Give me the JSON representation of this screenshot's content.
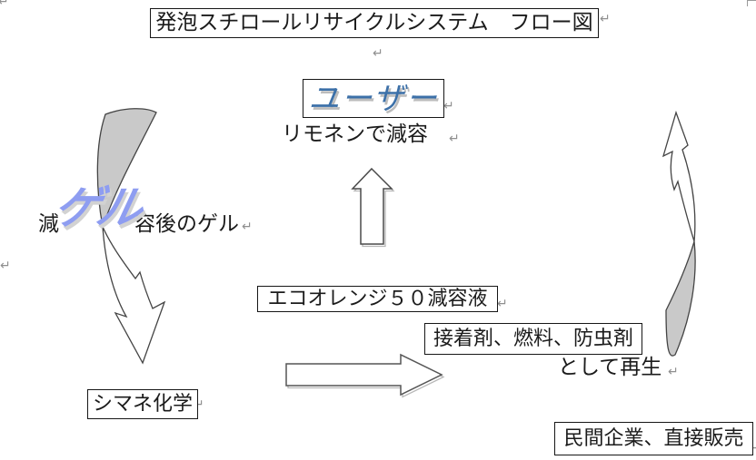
{
  "page": {
    "title_box": "発泡スチロールリサイクルシステム　フロー図",
    "user_box": "ユーザー",
    "limonene_text": "リモネンで減容",
    "gel_line": {
      "prefix": "減",
      "wordart": "ゲル",
      "suffix": "容後のゲル"
    },
    "eco_orange_box": "エコオレンジ５０減容液",
    "products_box": "接着剤、燃料、防虫剤",
    "reborn_text": "として再生",
    "shimane_box": "シマネ化学",
    "private_sales_box": "民間企業、直接販売",
    "return_mark": "↵"
  },
  "icons": {
    "left_cycle_arrow": "curved-down-arrow",
    "center_arrow": "up-block-arrow",
    "bottom_arrow": "right-block-arrow",
    "right_cycle_arrow": "curved-up-arrow"
  },
  "colors": {
    "background": "#ffffff",
    "text": "#1b1b1b",
    "box_border": "#161616",
    "wordart_user": "#3c70a8",
    "wordart_gel": "#8e9df1",
    "arrow_outline": "#444444",
    "arrow_back_fill": "#c9c9c9",
    "arrow_shadow": "#b8b8b8",
    "formatting_mark": "#8f8f8f"
  }
}
